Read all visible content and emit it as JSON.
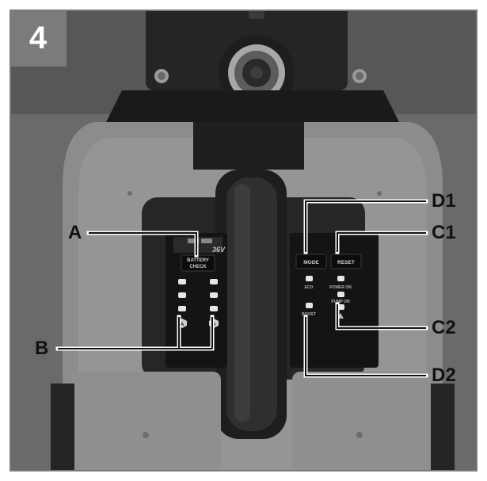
{
  "figure_number": "4",
  "callouts": {
    "a": "A",
    "b": "B",
    "c1": "C1",
    "c2": "C2",
    "d1": "D1",
    "d2": "D2"
  },
  "left_panel": {
    "badge": "36V",
    "button_line1": "BATTERY",
    "button_line2": "CHECK",
    "icon_left": "A",
    "icon_right": "B"
  },
  "right_panel": {
    "mode_label": "MODE",
    "reset_label": "RESET",
    "eco_label": "ECO",
    "power_on_label": "POWER ON",
    "pump_on_label": "PUMP ON",
    "boost_label": "BOOST"
  },
  "colors": {
    "body_grey": "#8a8a8a",
    "dark_housing": "#2b2b2b",
    "panel_black": "#1c1c1c",
    "led_white": "#e8e8e8"
  }
}
